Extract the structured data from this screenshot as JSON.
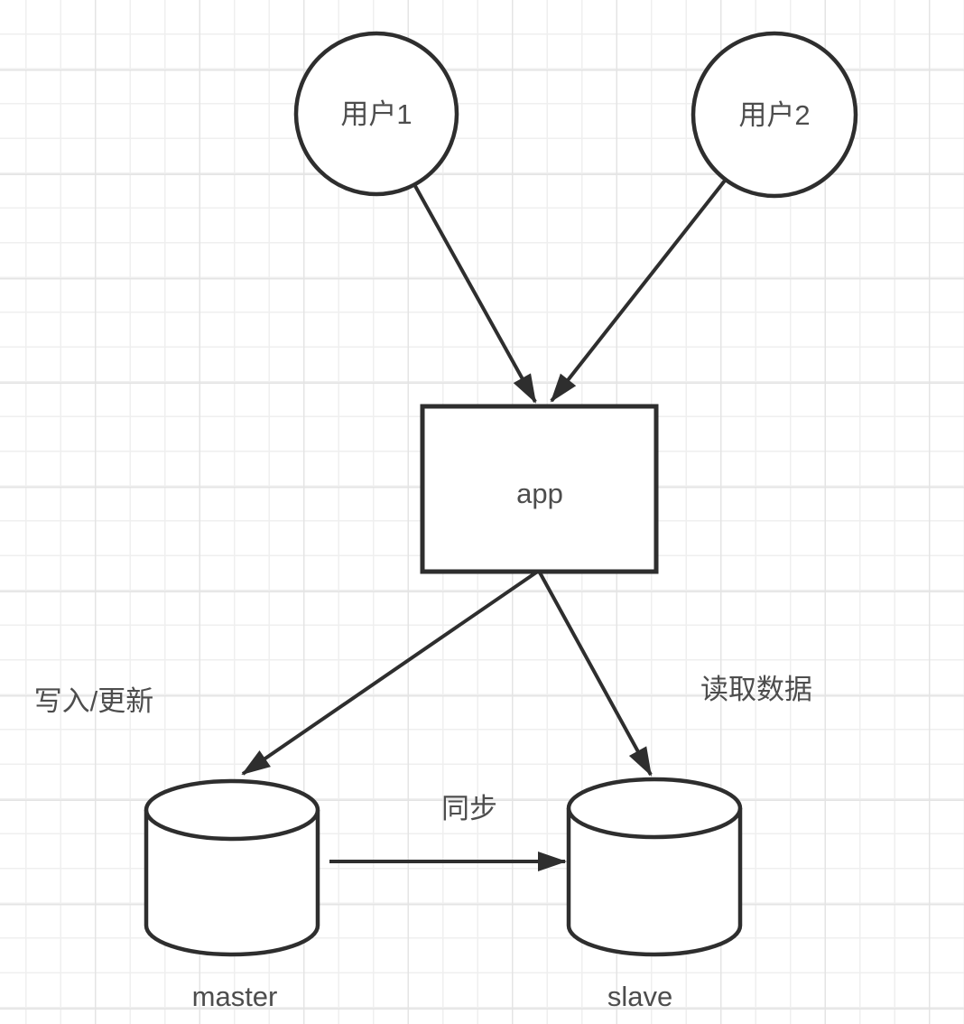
{
  "diagram": {
    "type": "flow-diagram",
    "nodes": {
      "user1": {
        "label": "用户1",
        "shape": "circle"
      },
      "user2": {
        "label": "用户2",
        "shape": "circle"
      },
      "app": {
        "label": "app",
        "shape": "rectangle"
      },
      "master": {
        "label": "master",
        "shape": "cylinder"
      },
      "slave": {
        "label": "slave",
        "shape": "cylinder"
      }
    },
    "edges": [
      {
        "from": "user1",
        "to": "app",
        "label": ""
      },
      {
        "from": "user2",
        "to": "app",
        "label": ""
      },
      {
        "from": "app",
        "to": "master",
        "label": "写入/更新"
      },
      {
        "from": "app",
        "to": "slave",
        "label": "读取数据"
      },
      {
        "from": "master",
        "to": "slave",
        "label": "同步"
      }
    ],
    "colors": {
      "stroke": "#2e2e2e",
      "text": "#4d4d4d",
      "node_fill": "#ffffff",
      "grid_minor": "#efefef",
      "grid_major": "#e4e4e4",
      "background": "#ffffff"
    }
  }
}
